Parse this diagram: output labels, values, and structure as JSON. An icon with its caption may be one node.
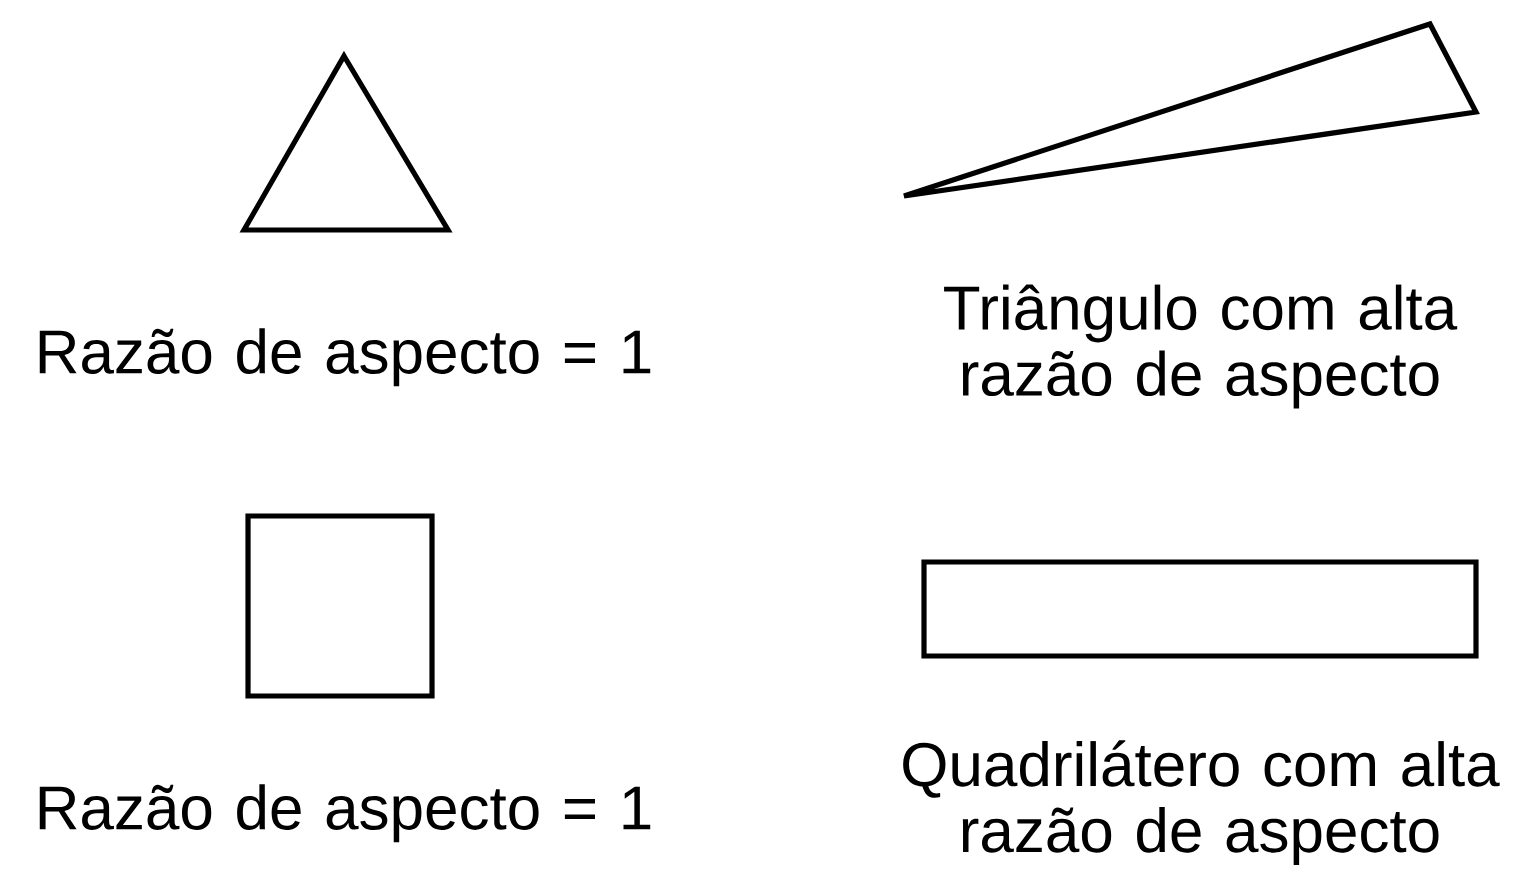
{
  "diagram": {
    "nodes": [
      {
        "text": [],
        "shape": "triangle",
        "beside": [
          "Razão de aspecto = 1"
        ]
      },
      {
        "text": [],
        "shape": "triangle",
        "beside": [
          "Triângulo com alta razão de aspecto"
        ]
      },
      {
        "text": [],
        "shape": "box",
        "beside": [
          "Razão de aspecto = 1"
        ]
      },
      {
        "text": [],
        "shape": "box",
        "beside": [
          "Quadrilátero com alta razão de aspecto"
        ]
      }
    ]
  }
}
